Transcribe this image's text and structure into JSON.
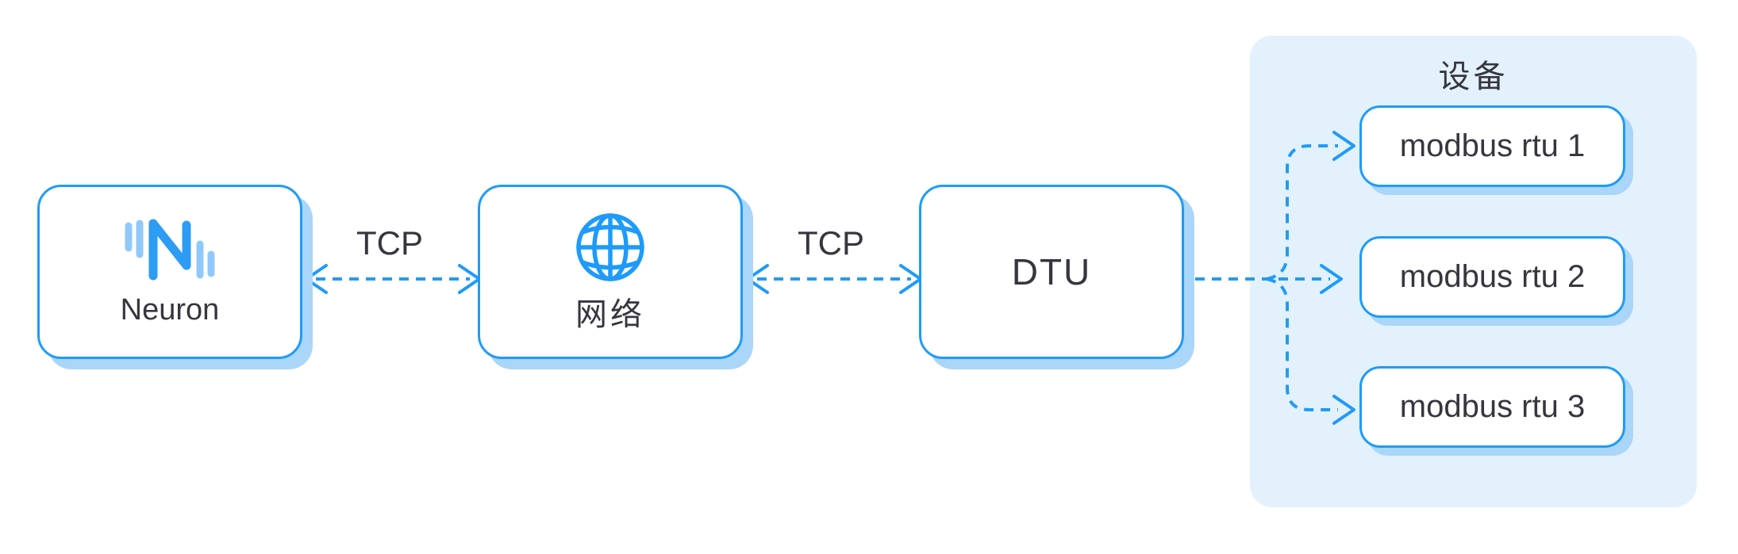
{
  "theme": {
    "canvas_bg": "#ffffff",
    "accent": "#1e9bfa",
    "logo_primary": "#2d9cf4",
    "logo_secondary": "#90c9f9",
    "node_shadow": "#a9d6f9",
    "panel_bg": "#e3f1fc",
    "text_dark": "#36363f"
  },
  "nodes": {
    "neuron": {
      "label": "Neuron",
      "icon": "neuron-logo-icon"
    },
    "network": {
      "label": "网络",
      "icon": "globe-icon"
    },
    "dtu": {
      "label": "DTU"
    }
  },
  "edges": {
    "neuron_network": {
      "label": "TCP",
      "style": "dashed",
      "direction": "both"
    },
    "network_dtu": {
      "label": "TCP",
      "style": "dashed",
      "direction": "both"
    },
    "dtu_devices": {
      "style": "dashed",
      "direction": "fanout-right"
    }
  },
  "device_panel": {
    "title": "设备",
    "devices": [
      {
        "label": "modbus rtu 1"
      },
      {
        "label": "modbus rtu 2"
      },
      {
        "label": "modbus rtu 3"
      }
    ]
  }
}
